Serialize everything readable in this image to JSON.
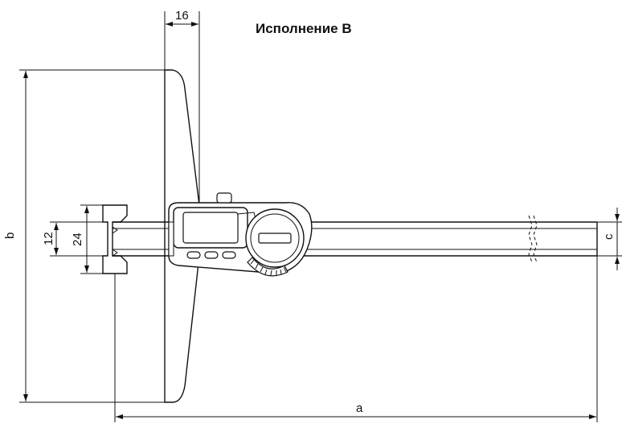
{
  "title": "Исполнение B",
  "dimensions": {
    "a": "a",
    "b": "b",
    "c": "c",
    "width_16": "16",
    "height_12": "12",
    "height_24": "24"
  },
  "icons": {
    "display": "lcd-display-icon",
    "buttons": "button-icon",
    "wheel": "thumb-wheel-icon"
  }
}
